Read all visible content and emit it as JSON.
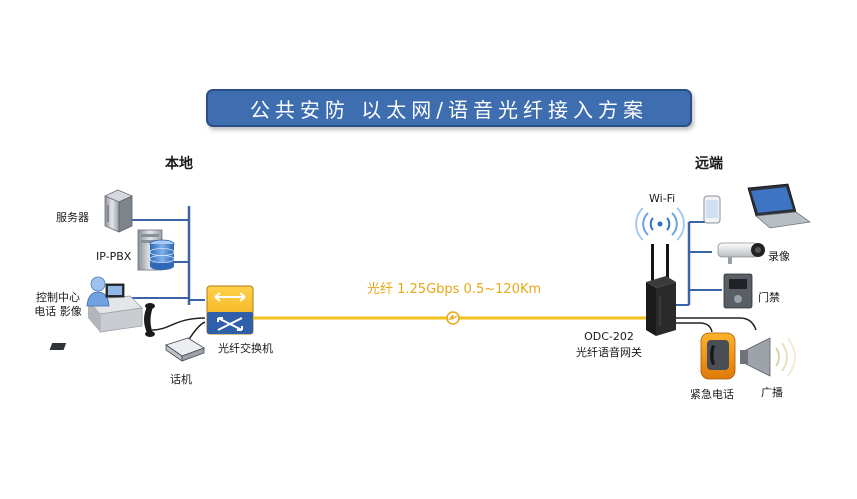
{
  "title": "公共安防  以太网/语音光纤接入方案",
  "sections": {
    "local": "本地",
    "remote": "远端"
  },
  "local_devices": {
    "server": "服务器",
    "ippbx": "IP-PBX",
    "control_line1": "控制中心",
    "control_line2": "电话 影像",
    "phone": "话机",
    "switch": "光纤交换机"
  },
  "link": {
    "label": "光纤 1.25Gbps   0.5~120Km"
  },
  "remote_devices": {
    "wifi": "Wi-Fi",
    "gateway_model": "ODC-202",
    "gateway_name": "光纤语音网关",
    "recording": "录像",
    "access": "门禁",
    "emergency": "紧急电话",
    "broadcast": "广播"
  },
  "colors": {
    "title_bg": "#3e6db0",
    "bus_line": "#3b63a8",
    "fiber": "#f2c21b"
  }
}
